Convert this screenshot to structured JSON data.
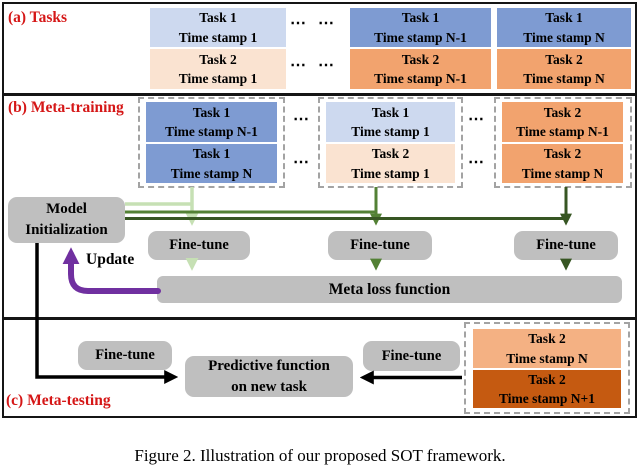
{
  "colors": {
    "light_blue": "#CDD9EF",
    "medium_blue": "#7E9BD2",
    "light_peach": "#FAE3D1",
    "orange": "#F2A36E",
    "salmon": "#F4B183",
    "dark_orange": "#C55A11",
    "node_gray": "#BFBFBF",
    "light_green": "#C6E0B4",
    "medium_green": "#538135",
    "dark_green": "#375623",
    "purple": "#7030A0",
    "label_red": "#D51717"
  },
  "ellipsis": "⋯",
  "sections": {
    "a": {
      "label": "(a) Tasks",
      "boxes": [
        {
          "line1": "Task 1",
          "line2": "Time stamp 1"
        },
        {
          "line1": "Task 2",
          "line2": "Time stamp 1"
        },
        {
          "line1": "Task 1",
          "line2": "Time stamp N-1"
        },
        {
          "line1": "Task 2",
          "line2": "Time stamp N-1"
        },
        {
          "line1": "Task 1",
          "line2": "Time stamp N"
        },
        {
          "line1": "Task 2",
          "line2": "Time stamp N"
        }
      ]
    },
    "b": {
      "label": "(b) Meta-training",
      "group1": [
        {
          "line1": "Task 1",
          "line2": "Time stamp N-1"
        },
        {
          "line1": "Task 1",
          "line2": "Time stamp N"
        }
      ],
      "group2": [
        {
          "line1": "Task 1",
          "line2": "Time stamp 1"
        },
        {
          "line1": "Task 2",
          "line2": "Time stamp 1"
        }
      ],
      "group3": [
        {
          "line1": "Task 2",
          "line2": "Time stamp N-1"
        },
        {
          "line1": "Task 2",
          "line2": "Time stamp N"
        }
      ],
      "model_init": {
        "line1": "Model",
        "line2": "Initialization"
      },
      "fine_tune": "Fine-tune",
      "meta_loss": "Meta loss function",
      "update": "Update"
    },
    "c": {
      "label": "(c) Meta-testing",
      "fine_tune": "Fine-tune",
      "predictive": {
        "line1": "Predictive function",
        "line2": "on new task"
      },
      "group": [
        {
          "line1": "Task 2",
          "line2": "Time stamp N"
        },
        {
          "line1": "Task 2",
          "line2": "Time stamp N+1"
        }
      ]
    }
  },
  "caption": "Figure 2. Illustration of our proposed SOT framework."
}
